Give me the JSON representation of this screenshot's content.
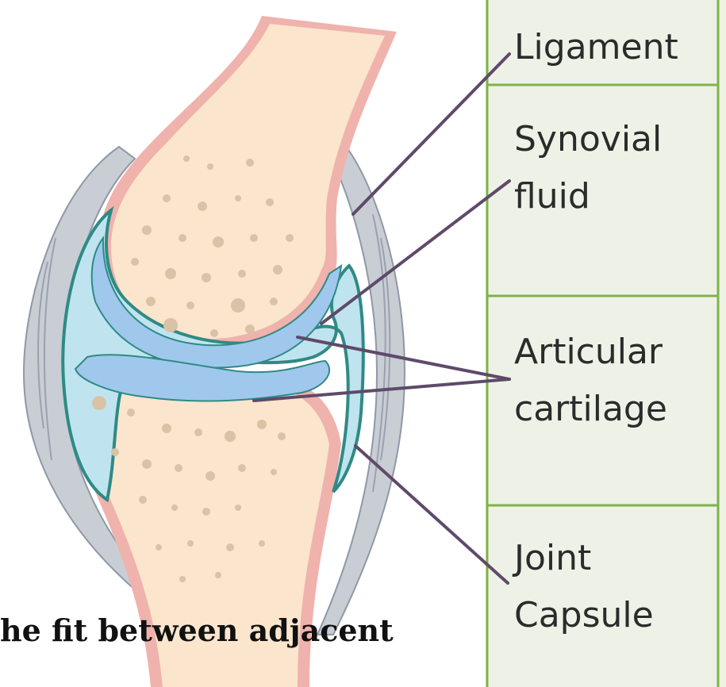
{
  "labels": {
    "ligament": "Ligament",
    "synovial_1": "Synovial",
    "synovial_2": "fluid",
    "articular_1": "Articular",
    "articular_2": "cartilage",
    "capsule_1": "Joint",
    "capsule_2": "Capsule"
  },
  "caption": "he fit between adjacent",
  "colors": {
    "table_bg": "#eef2e6",
    "table_lines": "#7fb24a",
    "bone": "#fbe5cd",
    "bone_dots": "#d9c2a6",
    "periosteum": "#f0b2ac",
    "capsule": "#c9cdd4",
    "capsule_edge": "#8f98a6",
    "synovial": "#bfe4ef",
    "cartilage": "#9fc8ec",
    "cartilage_edge": "#2f8a85",
    "leader_line": "#5f4a6a"
  }
}
